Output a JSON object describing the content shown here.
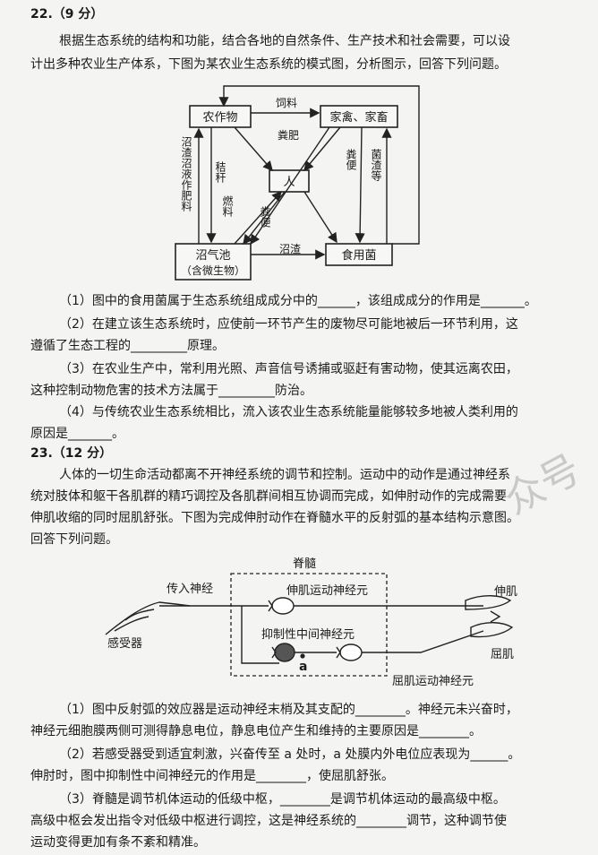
{
  "q22": {
    "header": "22.（9 分）",
    "intro1": "根据生态系统的结构和功能，结合各地的自然条件、生产技术和社会需要，可以设",
    "intro2": "计出多种农业生产体系，下图为某农业生态系统的模式图，分析图示，回答下列问题。",
    "diagram": {
      "crops": "农作物",
      "livestock": "家禽、家畜",
      "human": "人",
      "biogas1": "沼气池",
      "biogas2": "（含微生物）",
      "fungi": "食用菌",
      "feed": "饲料",
      "manure": "粪肥",
      "straw_v": "秸秆",
      "slurry_v": "沼渣沼液作肥料",
      "fuel_v": "燃料",
      "feces_left_v": "粪便",
      "feces_right_v": "粪便",
      "mushroom_residue_v": "菌渣等",
      "residue": "沼渣"
    },
    "p1": "（1）图中的食用菌属于生态系统组成成分中的______，该组成成分的作用是_______。",
    "p2a": "（2）在建立该生态系统时，应使前一环节产生的废物尽可能地被后一环节利用，这",
    "p2b": "遵循了生态工程的_________原理。",
    "p3a": "（3）在农业生产中，常利用光照、声音信号诱捕或驱赶有害动物，使其远离农田，",
    "p3b": "这种控制动物危害的技术方法属于_________防治。",
    "p4a": "（4）与传统农业生态系统相比，流入该农业生态系统能量能够较多地被人类利用的",
    "p4b": "原因是_______。"
  },
  "q23": {
    "header": "23.（12 分）",
    "intro1": "人体的一切生命活动都离不开神经系统的调节和控制。运动中的动作是通过神经系",
    "intro2": "统对肢体和躯干各肌群的精巧调控及各肌群间相互协调而完成，如伸肘动作的完成需要",
    "intro3": "伸肌收缩的同时屈肌舒张。下图为完成伸肘动作在脊髓水平的反射弧的基本结构示意图。",
    "intro4": "回答下列问题。",
    "diagram": {
      "spinal_cord": "脊髓",
      "afferent": "传入神经",
      "extensor_motor": "伸肌运动神经元",
      "inhibitory": "抑制性中间神经元",
      "receptor": "感受器",
      "point_a": "a",
      "extensor": "伸肌",
      "flexor": "屈肌",
      "flexor_motor": "屈肌运动神经元"
    },
    "p1a": "（1）图中反射弧的效应器是运动神经末梢及其支配的________。神经元未兴奋时，",
    "p1b": "神经元细胞膜两侧可测得静息电位，静息电位产生和维持的主要原因是________。",
    "p2a": "（2）若感受器受到适宜刺激，兴奋传至 a 处时，a 处膜内外电位应表现为______。",
    "p2b": "伸肘时，图中抑制性中间神经元的作用是________，使屈肌舒张。",
    "p3a": "（3）脊髓是调节机体运动的低级中枢，________是调节机体运动的最高级中枢。",
    "p3b": "高级中枢会发出指令对低级中枢进行调控，这是神经系统的________调节，这种调节使",
    "p3c": "运动变得更加有条不紊和精准。"
  },
  "watermark": "众号"
}
